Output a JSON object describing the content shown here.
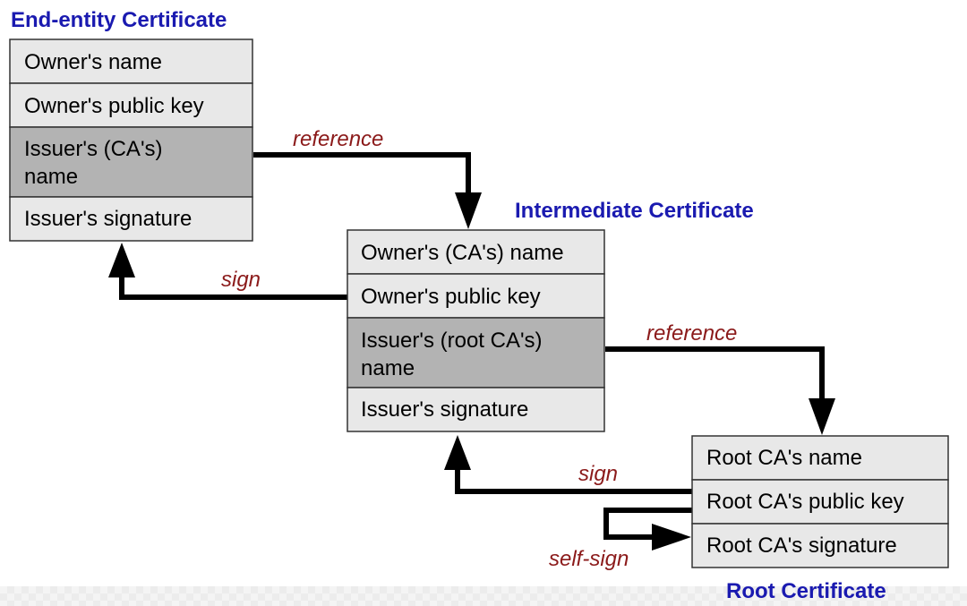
{
  "colors": {
    "title": "#1a1ab0",
    "arrow_label": "#8b1a1a",
    "row_fill": "#e8e8e8",
    "row_fill_highlight": "#b3b3b3",
    "border": "#333333",
    "arrow": "#000000"
  },
  "certificates": {
    "end_entity": {
      "title": "End-entity Certificate",
      "rows": [
        {
          "lines": [
            "Owner's name"
          ],
          "highlight": false
        },
        {
          "lines": [
            "Owner's public key"
          ],
          "highlight": false
        },
        {
          "lines": [
            "Issuer's (CA's)",
            "name"
          ],
          "highlight": true
        },
        {
          "lines": [
            "Issuer's signature"
          ],
          "highlight": false
        }
      ]
    },
    "intermediate": {
      "title": "Intermediate Certificate",
      "rows": [
        {
          "lines": [
            "Owner's (CA's) name"
          ],
          "highlight": false
        },
        {
          "lines": [
            "Owner's public key"
          ],
          "highlight": false
        },
        {
          "lines": [
            "Issuer's (root CA's)",
            "name"
          ],
          "highlight": true
        },
        {
          "lines": [
            "Issuer's signature"
          ],
          "highlight": false
        }
      ]
    },
    "root": {
      "title": "Root Certificate",
      "rows": [
        {
          "lines": [
            "Root CA's name"
          ],
          "highlight": false
        },
        {
          "lines": [
            "Root CA's public key"
          ],
          "highlight": false
        },
        {
          "lines": [
            "Root CA's signature"
          ],
          "highlight": false
        }
      ]
    }
  },
  "arrows": {
    "reference_1": "reference",
    "sign_1": "sign",
    "reference_2": "reference",
    "sign_2": "sign",
    "self_sign": "self-sign"
  }
}
